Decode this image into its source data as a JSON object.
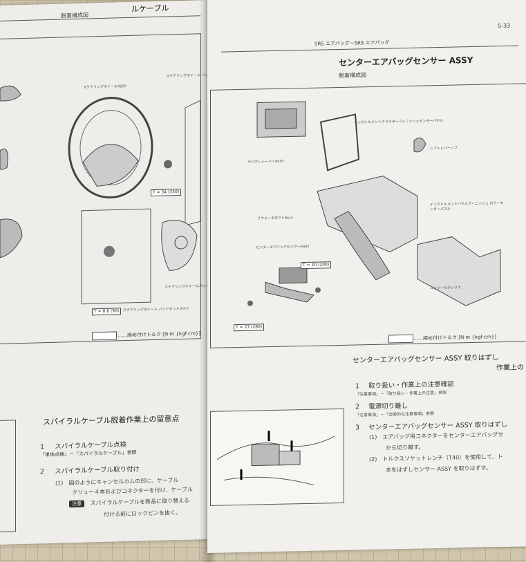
{
  "left_page": {
    "header_title": "ルケーブル",
    "diagram_title": "脱着構成図",
    "labels": {
      "steering_wheel": "ステアリングホイールASSY",
      "pad_note": "ステアリングホイール パッドを外す",
      "pad_set_bolt": "ステアリングホイール パッドセットボルト",
      "pad": "ステアリングホイールパッド"
    },
    "torque_1": "T = 34 (350)",
    "torque_2": "T = 8.8 (90)",
    "legend_text": "……締め付けトルク [N·m {kgf·cm}]",
    "section_title": "スパイラルケーブル脱着作業上の留意点",
    "steps": [
      {
        "num": "1",
        "title": "スパイラルケーブル点検",
        "ref": "「単体点検」－「スパイラルケーブル」参照"
      },
      {
        "num": "2",
        "title": "スパイラルケーブル取り付け"
      }
    ],
    "substep_1": "(1)　図のようにキャンセルカムの凹に、ケーブル",
    "substep_1b": "クリュー４本およびコネクターを付け、ケーブル",
    "note_label": "注意",
    "note_text": "スパイラルケーブルを新品に取り替える",
    "note_text_2": "付ける前にロックピンを抜く。"
  },
  "right_page": {
    "header_section": "SRS エアバッグ－SRS エアバッグ",
    "page_number": "S-33",
    "title": "センターエアバッグセンサー ASSY",
    "diagram_title": "脱着構成図",
    "labels": {
      "instrument_cluster_panel": "インストルメントクラスターフィニッシュセンターパネル",
      "radio": "ラジオレシーバーASSY",
      "shift_knob": "シフトレバーノブ",
      "lower_center_panel": "インストルメントパネルフィニッシュ ロワーセンターパネル",
      "rear_duct": "リヤヒータダクトNo.4",
      "sensor": "センターエアバッグセンサーASSY",
      "console_box": "コンソールボックス"
    },
    "torque_1": "T = 20 (200)",
    "torque_2": "T = 27 (280)",
    "legend_text": "……締め付けトルク [N·m {kgf·cm}]",
    "section_title": "センターエアバッグセンサー ASSY 取りはずし",
    "section_subtitle": "作業上の",
    "steps": [
      {
        "num": "1",
        "title": "取り扱い・作業上の注意確認",
        "ref": "「注意事項」－「取り扱い・作業上の注意」参照"
      },
      {
        "num": "2",
        "title": "電源切り離し",
        "ref": "「注意事項」－「全般的な注意事項」参照"
      },
      {
        "num": "3",
        "title": "センターエアバッグセンサー ASSY 取りはずし"
      }
    ],
    "substeps": [
      "(1)　エアバッグ用コネクターをセンターエアバッグセ",
      "から切り離す。",
      "(2)　トルクスソケットレンチ（T40）を使用して、ト",
      "本をはずしセンサー ASSY を取りはずす。"
    ]
  }
}
